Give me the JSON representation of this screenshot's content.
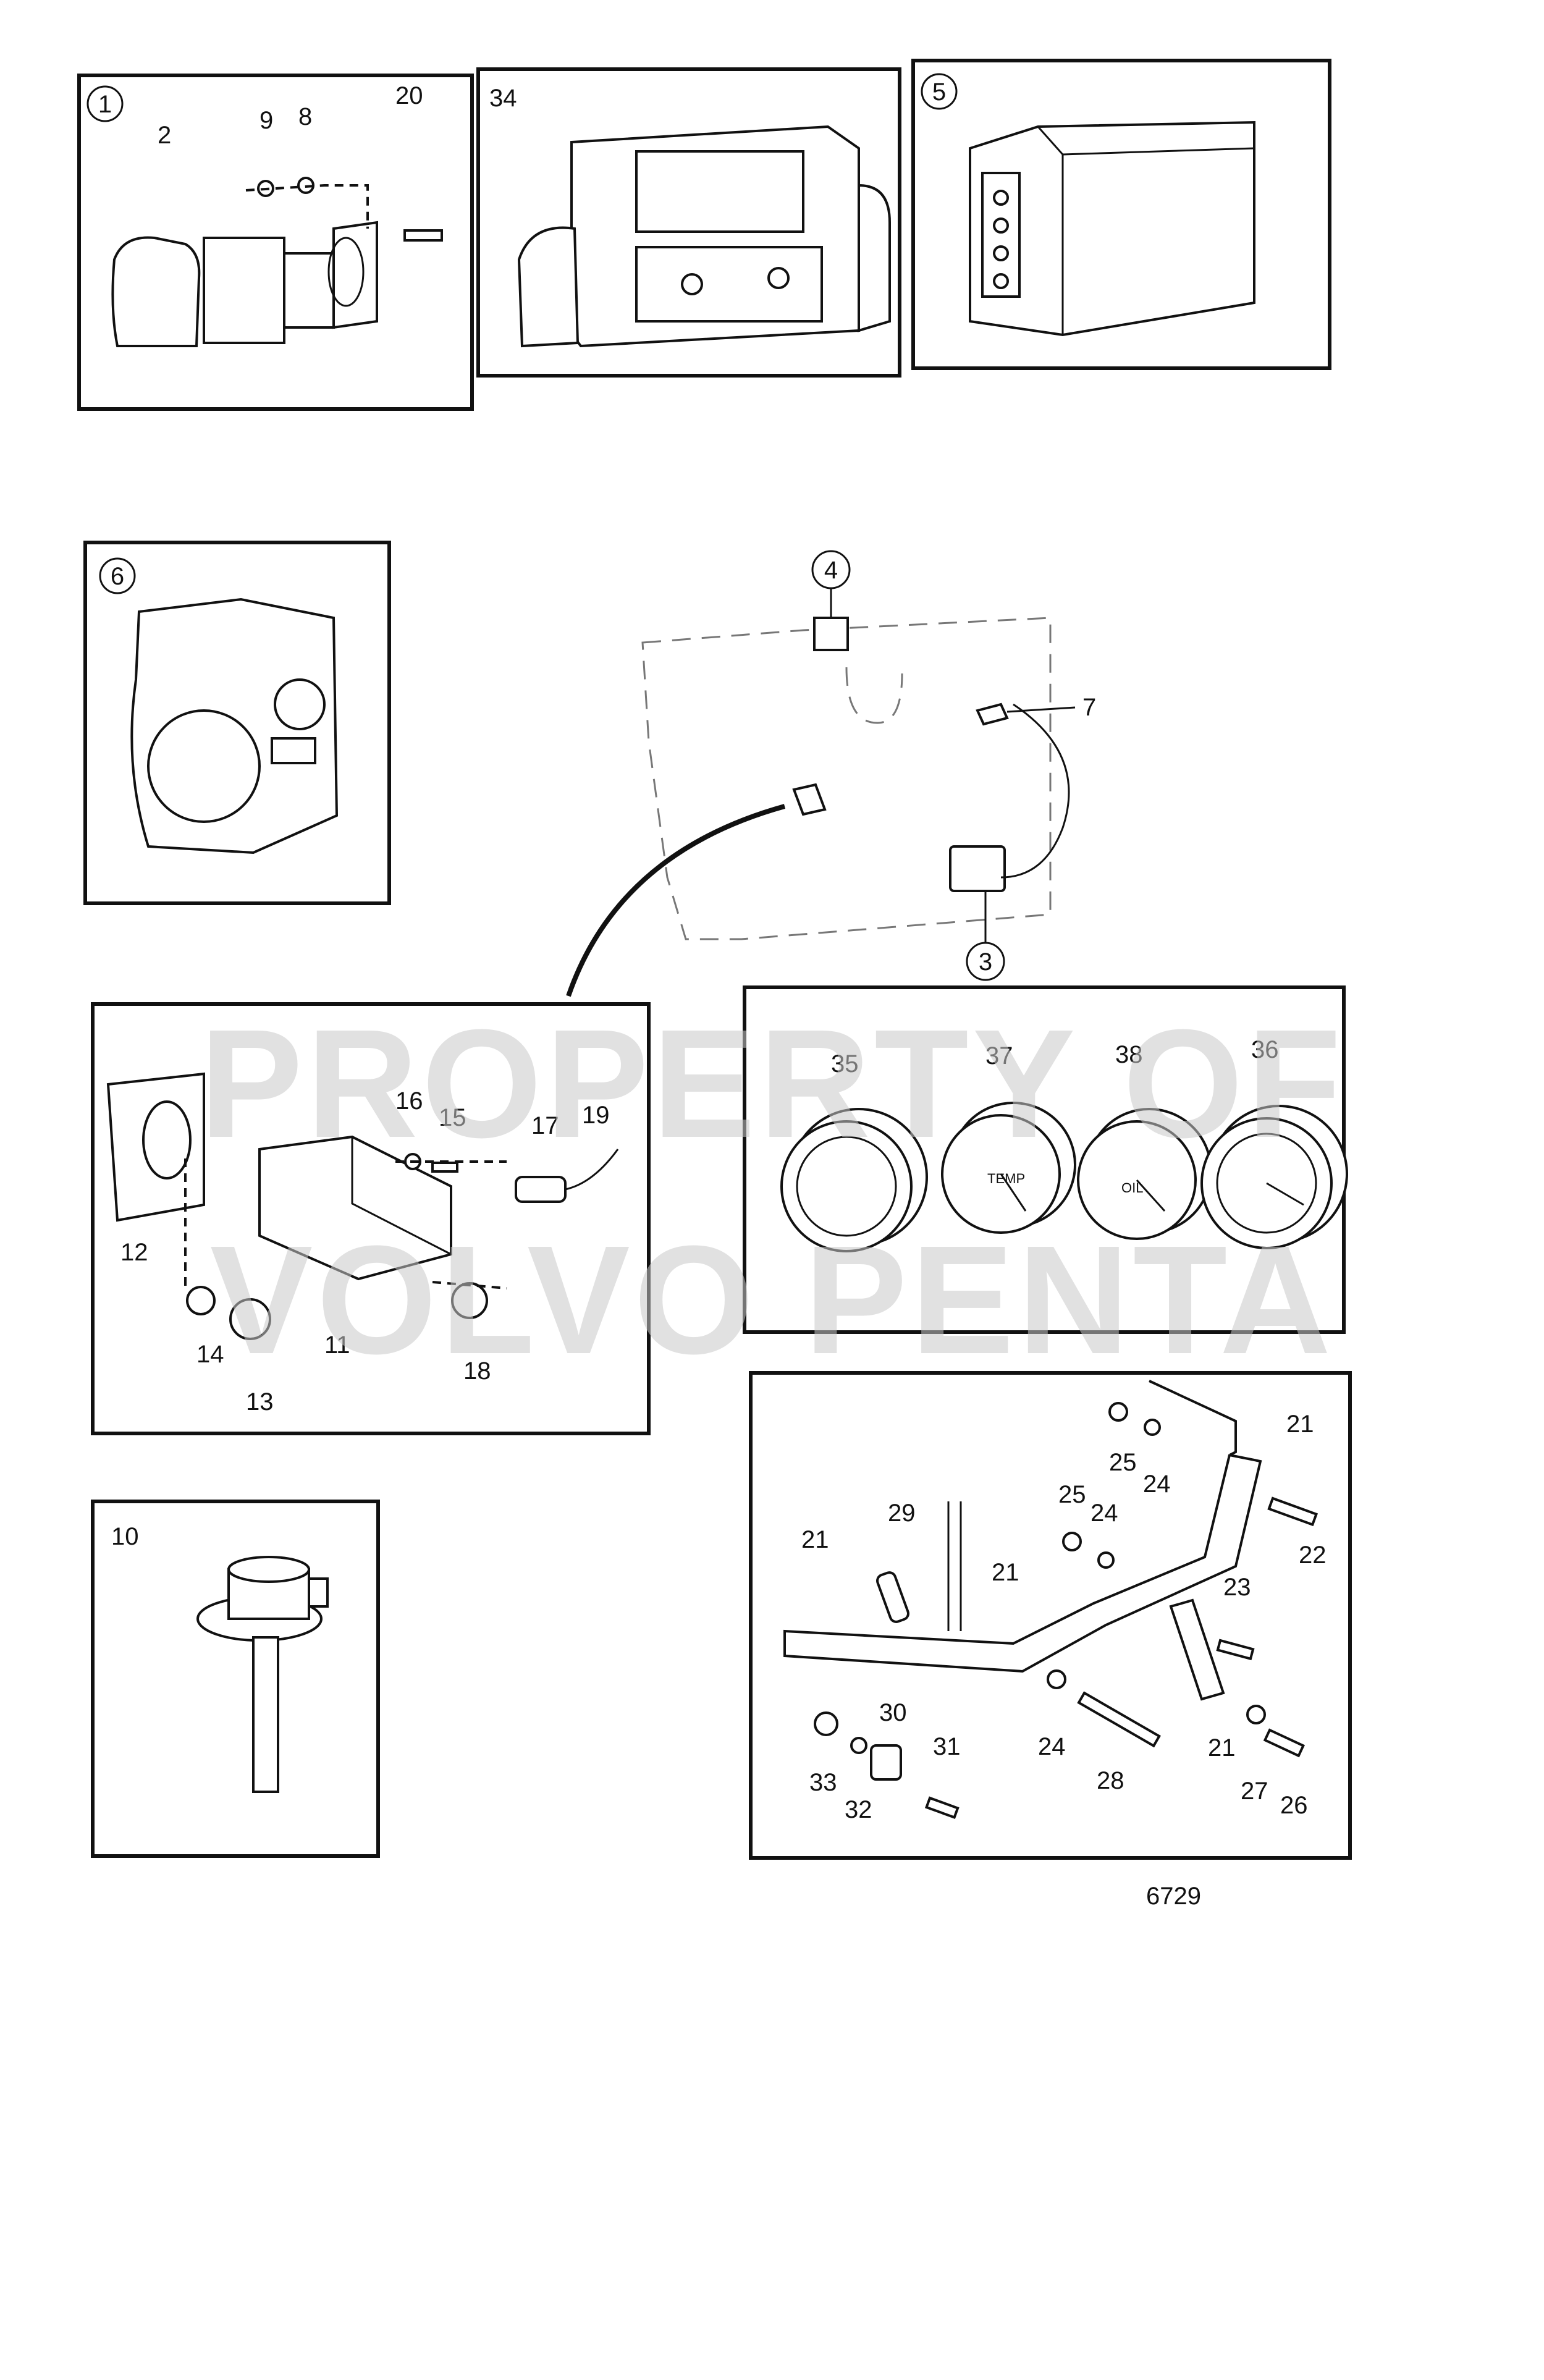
{
  "watermark": {
    "line1": "PROPERTY OF",
    "line2": "VOLVO PENTA"
  },
  "drawing_number": "6729",
  "panels": {
    "p1": {
      "id": "1",
      "parts": [
        "2",
        "9",
        "8",
        "20"
      ]
    },
    "p34": {
      "id": "34"
    },
    "p5": {
      "id": "5"
    },
    "p6": {
      "id": "6"
    },
    "p10": {
      "id": "10"
    }
  },
  "engine": {
    "callouts": [
      "4",
      "7",
      "3"
    ]
  },
  "sensor_panel": {
    "parts": [
      "16",
      "15",
      "17",
      "19",
      "12",
      "11",
      "14",
      "13",
      "18"
    ]
  },
  "gauges": [
    {
      "id": "35",
      "face": ""
    },
    {
      "id": "37",
      "face": "TEMP"
    },
    {
      "id": "38",
      "face": "OIL"
    },
    {
      "id": "36",
      "face": ""
    }
  ],
  "bracket_parts": [
    "21",
    "25",
    "24",
    "22",
    "29",
    "23",
    "33",
    "32",
    "30",
    "31",
    "28",
    "27",
    "26"
  ]
}
